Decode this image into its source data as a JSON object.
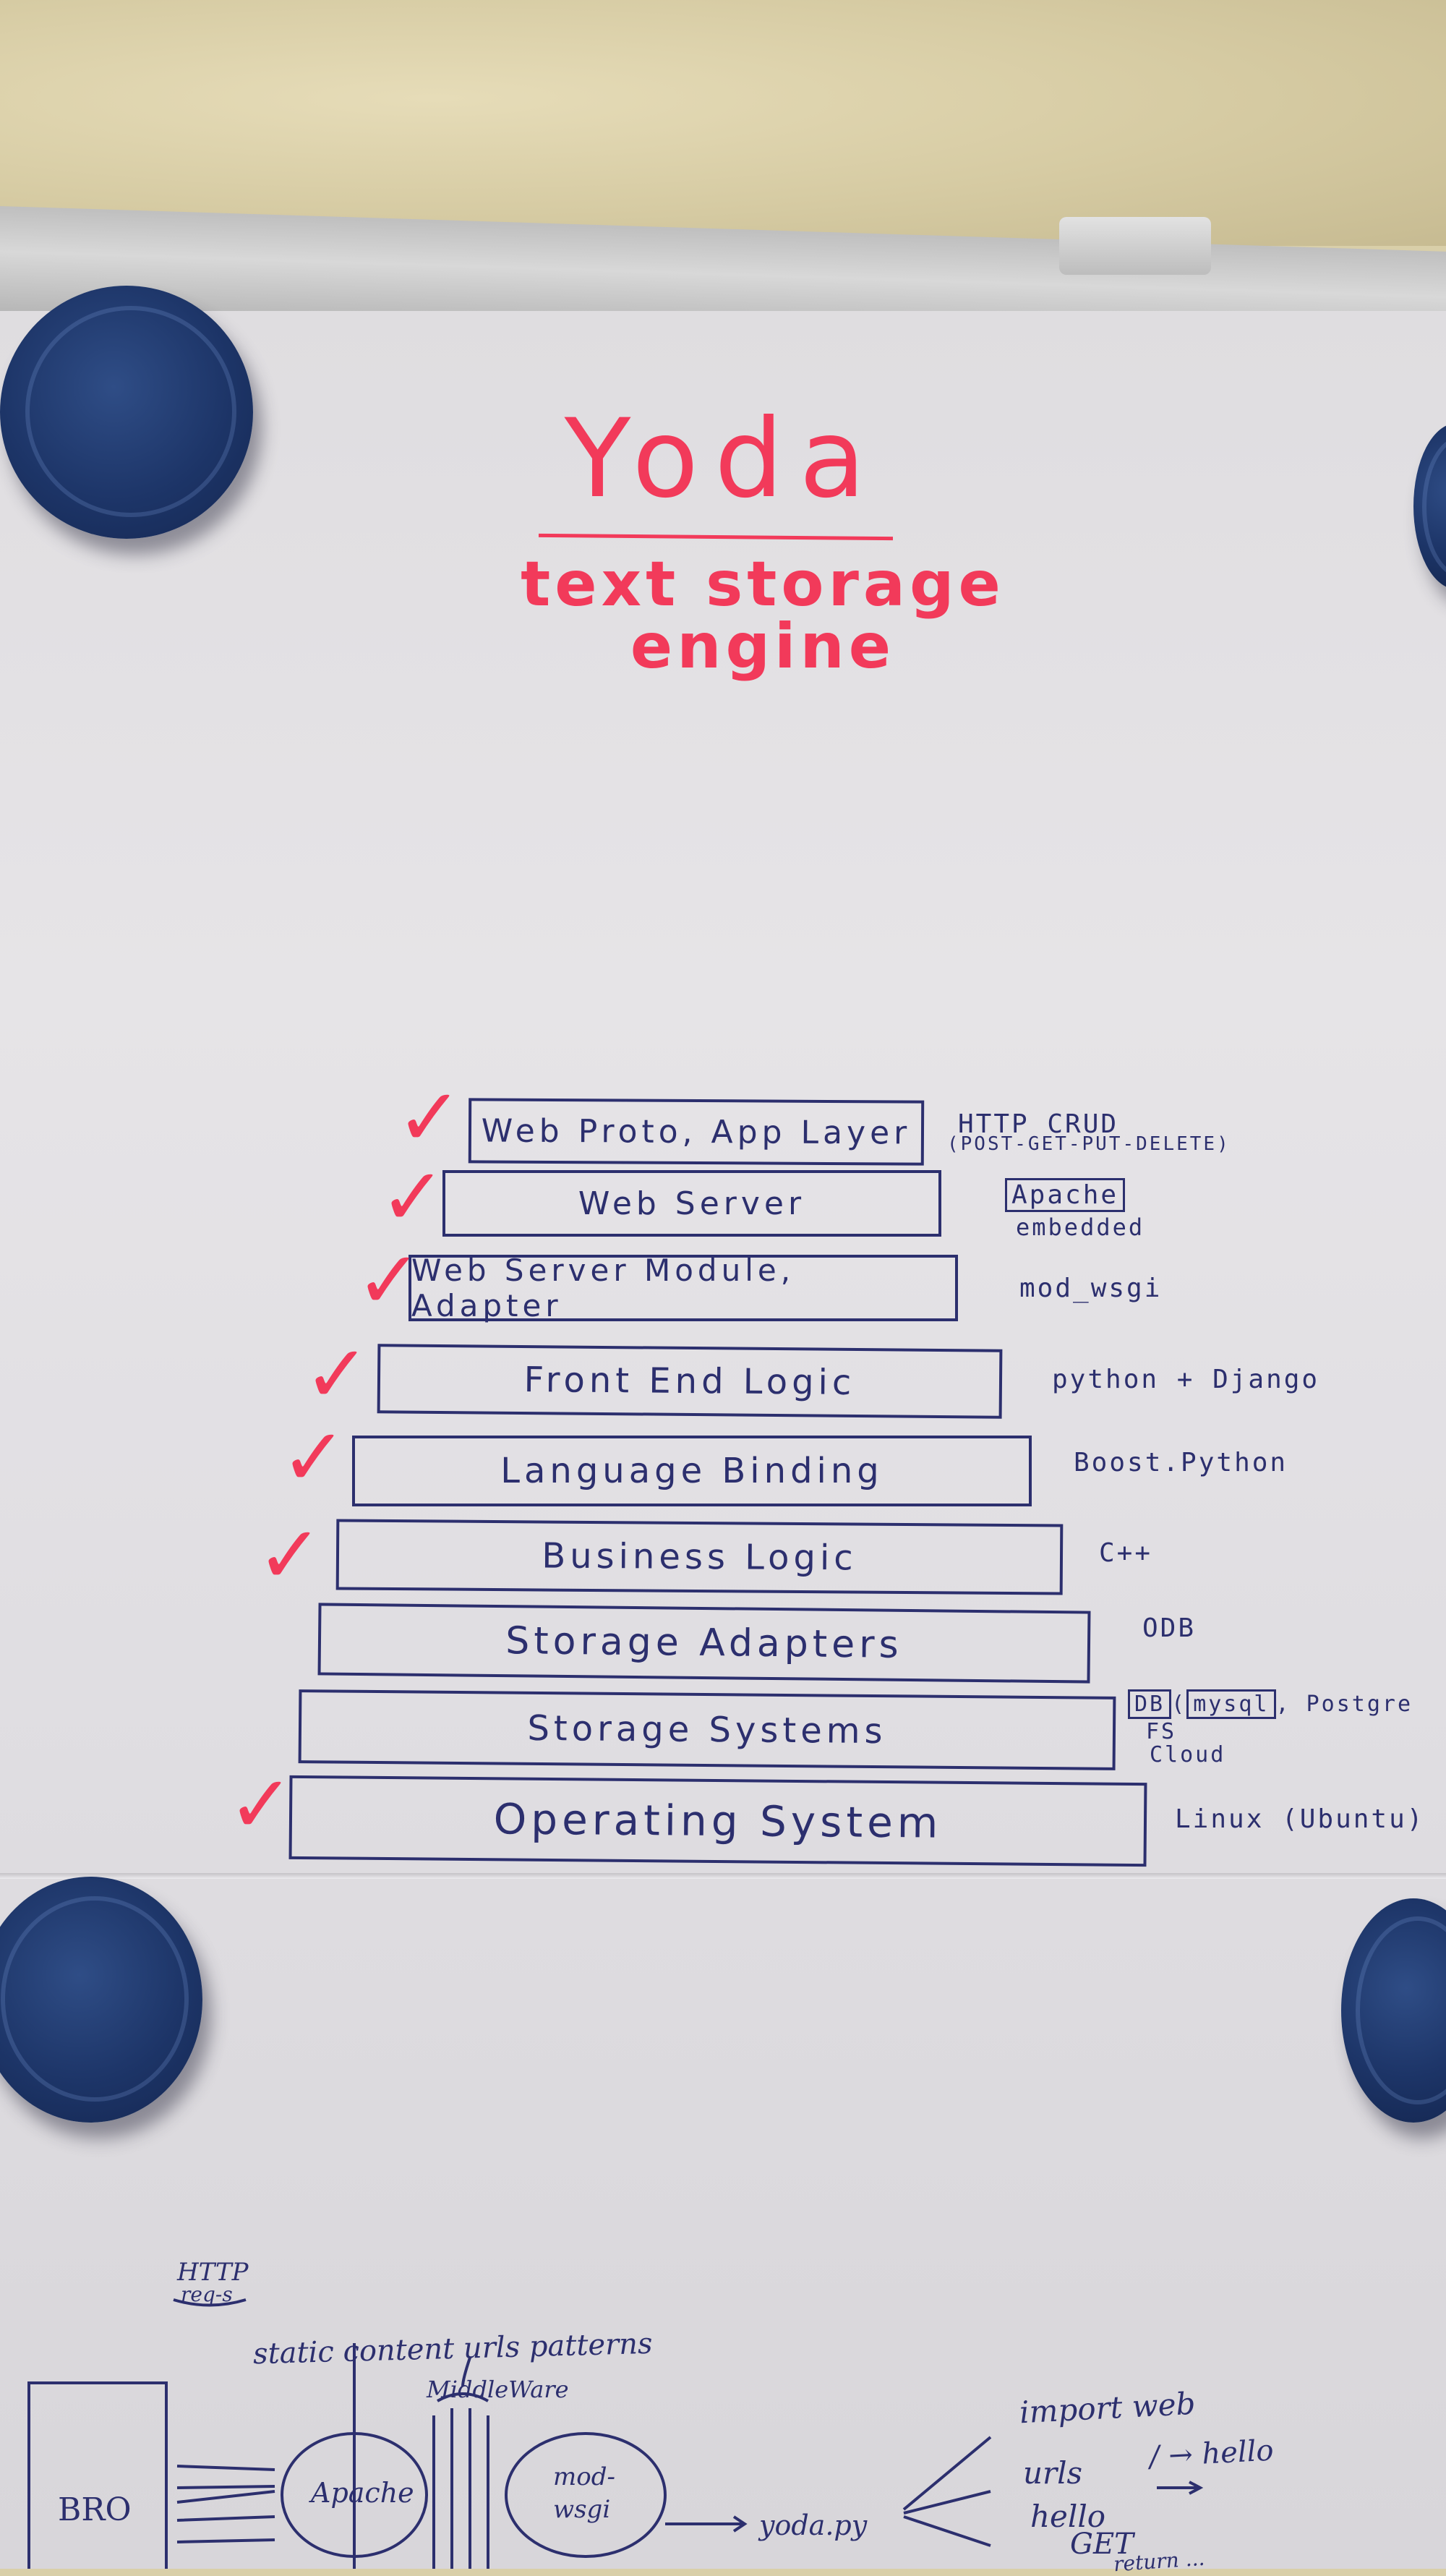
{
  "title": "Yoda",
  "subtitle": "text storage engine",
  "layers": [
    {
      "label": "Web Proto, App Layer",
      "checked": true,
      "note": "HTTP CRUD",
      "note2": "(POST-GET-PUT-DELETE)"
    },
    {
      "label": "Web Server",
      "checked": true,
      "note": "Apache",
      "note2": "embedded"
    },
    {
      "label": "Web Server Module, Adapter",
      "checked": true,
      "note": "mod_wsgi"
    },
    {
      "label": "Front End Logic",
      "checked": true,
      "note": "python + Django"
    },
    {
      "label": "Language Binding",
      "checked": true,
      "note": "Boost.Python"
    },
    {
      "label": "Business Logic",
      "checked": true,
      "note": "C++"
    },
    {
      "label": "Storage Adapters",
      "checked": false,
      "note": "ODB"
    },
    {
      "label": "Storage Systems",
      "checked": false,
      "note_db": "DB",
      "note_mysql": "mysql",
      "note_postgre": ", Postgre",
      "note2": "FS",
      "note3": "Cloud"
    },
    {
      "label": "Operating System",
      "checked": true,
      "note": "Linux (Ubuntu)"
    }
  ],
  "check_mark": "✓",
  "sketch": {
    "http_reqs": "HTTP",
    "reqs": "req-s",
    "static": "static content urls patterns",
    "middleware": "MiddleWare",
    "bro": "BRO",
    "apache": "Apache",
    "mod": "mod-",
    "wsgi": "wsgi",
    "yoda_py": "yoda.py",
    "import_web": "import web",
    "urls": "urls",
    "slash_hello": "/ → hello",
    "hello": "hello",
    "get": "GET",
    "return": "return ..."
  },
  "colors": {
    "red_marker": "#f23a5a",
    "blue_pen": "#2c2f6e",
    "magnet": "#1d3568"
  }
}
